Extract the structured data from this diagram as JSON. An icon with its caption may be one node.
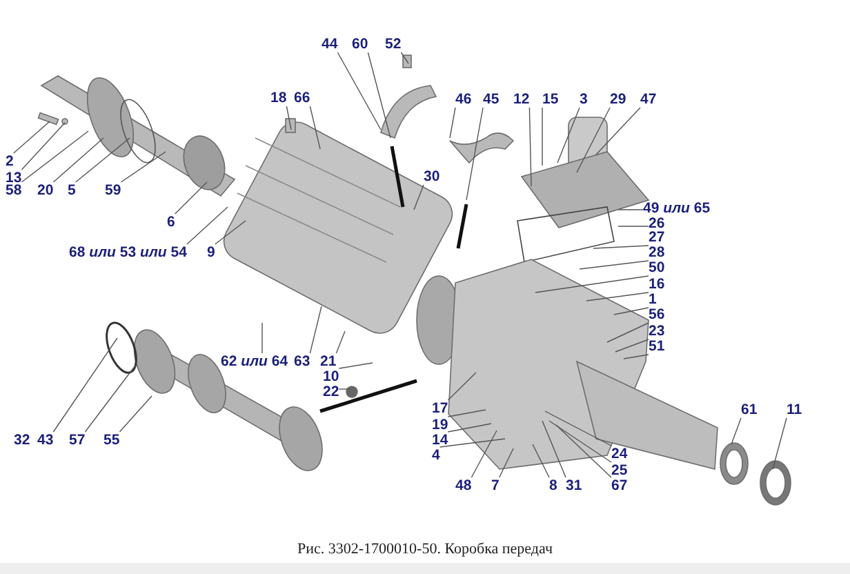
{
  "diagram": {
    "caption": "Рис. 3302-1700010-50. Коробка передач",
    "nodes": [
      {
        "text": [
          "52"
        ]
      },
      {
        "text": [
          "44"
        ]
      },
      {
        "text": [
          "60"
        ]
      },
      {
        "text": [
          "18"
        ]
      },
      {
        "text": [
          "66"
        ]
      },
      {
        "text": [
          "46"
        ]
      },
      {
        "text": [
          "45"
        ]
      },
      {
        "text": [
          "12"
        ]
      },
      {
        "text": [
          "15"
        ]
      },
      {
        "text": [
          "3"
        ]
      },
      {
        "text": [
          "29"
        ]
      },
      {
        "text": [
          "47"
        ]
      },
      {
        "text": [
          "2"
        ]
      },
      {
        "text": [
          "13"
        ]
      },
      {
        "text": [
          "58"
        ]
      },
      {
        "text": [
          "20"
        ]
      },
      {
        "text": [
          "5"
        ]
      },
      {
        "text": [
          "59"
        ]
      },
      {
        "text": [
          "30"
        ]
      },
      {
        "text": [
          "49 *или* 65"
        ]
      },
      {
        "text": [
          "26"
        ]
      },
      {
        "text": [
          "6"
        ]
      },
      {
        "text": [
          "27"
        ]
      },
      {
        "text": [
          "28"
        ]
      },
      {
        "text": [
          "68 *или* 53 *или* 54"
        ]
      },
      {
        "text": [
          "9"
        ]
      },
      {
        "text": [
          "50"
        ]
      },
      {
        "text": [
          "16"
        ]
      },
      {
        "text": [
          "1"
        ]
      },
      {
        "text": [
          "56"
        ]
      },
      {
        "text": [
          "23"
        ]
      },
      {
        "text": [
          "51"
        ]
      },
      {
        "text": [
          "62 *или* 64"
        ]
      },
      {
        "text": [
          "63"
        ]
      },
      {
        "text": [
          "21"
        ]
      },
      {
        "text": [
          "10"
        ]
      },
      {
        "text": [
          "22"
        ]
      },
      {
        "text": [
          "17"
        ]
      },
      {
        "text": [
          "19"
        ]
      },
      {
        "text": [
          "14"
        ]
      },
      {
        "text": [
          "61"
        ]
      },
      {
        "text": [
          "11"
        ]
      },
      {
        "text": [
          "43"
        ]
      },
      {
        "text": [
          "57"
        ]
      },
      {
        "text": [
          "55"
        ]
      },
      {
        "text": [
          "4"
        ]
      },
      {
        "text": [
          "24"
        ]
      },
      {
        "text": [
          "25"
        ]
      },
      {
        "text": [
          "48"
        ]
      },
      {
        "text": [
          "7"
        ]
      },
      {
        "text": [
          "8"
        ]
      },
      {
        "text": [
          "31"
        ]
      },
      {
        "text": [
          "67"
        ]
      }
    ],
    "edges": [
      {
        "from": 0,
        "to": null,
        "arrow": "none"
      },
      {
        "from": 1,
        "to": null,
        "arrow": "none"
      },
      {
        "from": 2,
        "to": null,
        "arrow": "none"
      },
      {
        "from": 3,
        "to": null,
        "arrow": "none"
      },
      {
        "from": 4,
        "to": null,
        "arrow": "none"
      },
      {
        "from": 5,
        "to": null,
        "arrow": "none"
      },
      {
        "from": 6,
        "to": null,
        "arrow": "none"
      },
      {
        "from": 7,
        "to": null,
        "arrow": "none"
      },
      {
        "from": 8,
        "to": null,
        "arrow": "none"
      },
      {
        "from": 9,
        "to": null,
        "arrow": "none"
      },
      {
        "from": 10,
        "to": null,
        "arrow": "none"
      },
      {
        "from": 11,
        "to": null,
        "arrow": "none"
      },
      {
        "from": 12,
        "to": null,
        "arrow": "none"
      },
      {
        "from": 13,
        "to": null,
        "arrow": "none"
      },
      {
        "from": 14,
        "to": null,
        "arrow": "none"
      },
      {
        "from": 15,
        "to": null,
        "arrow": "none"
      },
      {
        "from": 16,
        "to": null,
        "arrow": "none"
      },
      {
        "from": 17,
        "to": null,
        "arrow": "none"
      },
      {
        "from": 18,
        "to": null,
        "arrow": "none"
      },
      {
        "from": 19,
        "to": null,
        "arrow": "none"
      },
      {
        "from": 20,
        "to": null,
        "arrow": "none"
      },
      {
        "from": 21,
        "to": null,
        "arrow": "none"
      },
      {
        "from": 22,
        "to": null,
        "arrow": "none"
      },
      {
        "from": 23,
        "to": null,
        "arrow": "none"
      },
      {
        "from": 24,
        "to": null,
        "arrow": "none"
      },
      {
        "from": 25,
        "to": null,
        "arrow": "none"
      },
      {
        "from": 26,
        "to": null,
        "arrow": "none"
      },
      {
        "from": 27,
        "to": null,
        "arrow": "none"
      },
      {
        "from": 28,
        "to": null,
        "arrow": "none"
      },
      {
        "from": 29,
        "to": null,
        "arrow": "none"
      },
      {
        "from": 30,
        "to": null,
        "arrow": "none"
      },
      {
        "from": 31,
        "to": null,
        "arrow": "none"
      },
      {
        "from": 32,
        "to": null,
        "arrow": "none"
      },
      {
        "from": 33,
        "to": null,
        "arrow": "none"
      },
      {
        "from": 34,
        "to": null,
        "arrow": "none"
      },
      {
        "from": 35,
        "to": null,
        "arrow": "none"
      },
      {
        "from": 36,
        "to": null,
        "arrow": "none"
      },
      {
        "from": 37,
        "to": null,
        "arrow": "none"
      },
      {
        "from": 38,
        "to": null,
        "arrow": "none"
      },
      {
        "from": 39,
        "to": null,
        "arrow": "none"
      },
      {
        "from": 40,
        "to": null,
        "arrow": "none"
      },
      {
        "from": 41,
        "to": null,
        "arrow": "none"
      },
      {
        "from": 42,
        "to": null,
        "arrow": "none"
      },
      {
        "from": 43,
        "to": null,
        "arrow": "none"
      },
      {
        "from": 44,
        "to": null,
        "arrow": "none"
      },
      {
        "from": 45,
        "to": null,
        "arrow": "none"
      },
      {
        "from": 46,
        "to": null,
        "arrow": "none"
      },
      {
        "from": 47,
        "to": null,
        "arrow": "none"
      },
      {
        "from": 48,
        "to": null,
        "arrow": "none"
      },
      {
        "from": 49,
        "to": null,
        "arrow": "none"
      },
      {
        "from": 50,
        "to": null,
        "arrow": "none"
      },
      {
        "from": 51,
        "to": null,
        "arrow": "none"
      },
      {
        "from": 52,
        "to": null,
        "arrow": "none"
      }
    ],
    "labels": [
      "32"
    ]
  }
}
